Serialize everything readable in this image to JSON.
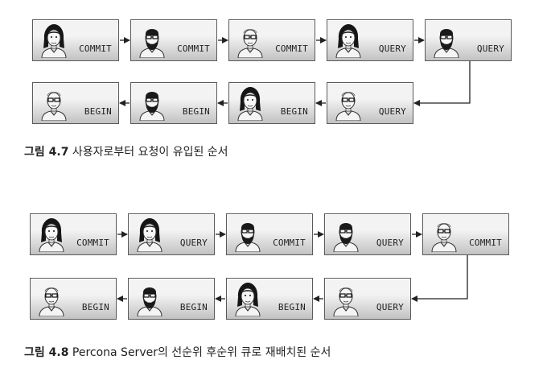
{
  "figures": [
    {
      "caption_number": "그림 4.7",
      "caption_text": "사용자로부터 요청이 유입된 순서",
      "row1": [
        {
          "person": "woman",
          "label": "COMMIT"
        },
        {
          "person": "bearded",
          "label": "COMMIT"
        },
        {
          "person": "bald",
          "label": "COMMIT"
        },
        {
          "person": "woman",
          "label": "QUERY"
        },
        {
          "person": "bearded",
          "label": "QUERY"
        }
      ],
      "row2": [
        {
          "person": "bald",
          "label": "BEGIN"
        },
        {
          "person": "bearded",
          "label": "BEGIN"
        },
        {
          "person": "woman",
          "label": "BEGIN"
        },
        {
          "person": "bald",
          "label": "QUERY"
        }
      ]
    },
    {
      "caption_number": "그림 4.8",
      "caption_text": "Percona Server의 선순위 후순위 큐로 재배치된 순서",
      "row1": [
        {
          "person": "woman",
          "label": "COMMIT"
        },
        {
          "person": "woman",
          "label": "QUERY"
        },
        {
          "person": "bearded",
          "label": "COMMIT"
        },
        {
          "person": "bearded",
          "label": "QUERY"
        },
        {
          "person": "bald",
          "label": "COMMIT"
        }
      ],
      "row2": [
        {
          "person": "bald",
          "label": "BEGIN"
        },
        {
          "person": "bearded",
          "label": "BEGIN"
        },
        {
          "person": "woman",
          "label": "BEGIN"
        },
        {
          "person": "bald",
          "label": "QUERY"
        }
      ]
    }
  ],
  "icons": {
    "woman": "woman-avatar-icon",
    "bearded": "bearded-man-avatar-icon",
    "bald": "bald-man-avatar-icon"
  }
}
